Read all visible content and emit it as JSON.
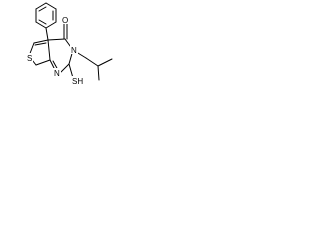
{
  "molecule": {
    "atoms": {
      "sulfur_ring": "S",
      "nitrogen_lower": "N",
      "nitrogen_upper": "N",
      "oxygen": "O",
      "thiol": "SH"
    }
  },
  "colors": {
    "bond": "#000000",
    "background": "#ffffff"
  }
}
